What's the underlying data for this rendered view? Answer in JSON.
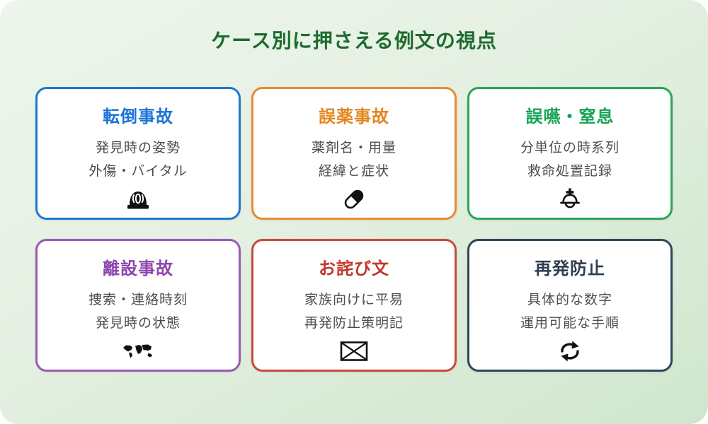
{
  "page": {
    "title": "ケース別に押さえる例文の視点",
    "title_color": "#1e6b2e",
    "background_gradient_start": "#edf5ec",
    "background_gradient_end": "#cfe6cd",
    "card_background": "#ffffff",
    "body_text_color": "#4d4d4d",
    "icon_color": "#111111"
  },
  "cards": [
    {
      "title": "転倒事故",
      "title_color": "#1a73d6",
      "border_color": "#1e78d2",
      "lines": [
        "発見時の姿勢",
        "外傷・バイタル"
      ],
      "icon": "siren-icon"
    },
    {
      "title": "誤薬事故",
      "title_color": "#e2861f",
      "border_color": "#ea8a33",
      "lines": [
        "薬剤名・用量",
        "経緯と症状"
      ],
      "icon": "pill-icon"
    },
    {
      "title": "誤嚥・窒息",
      "title_color": "#17a356",
      "border_color": "#2da45c",
      "lines": [
        "分単位の時系列",
        "救命処置記録"
      ],
      "icon": "rescue-helmet-icon"
    },
    {
      "title": "離設事故",
      "title_color": "#8e44ad",
      "border_color": "#9b59b6",
      "lines": [
        "捜索・連絡時刻",
        "発見時の状態"
      ],
      "icon": "world-map-icon"
    },
    {
      "title": "お詫び文",
      "title_color": "#c0392b",
      "border_color": "#c64a3c",
      "lines": [
        "家族向けに平易",
        "再発防止策明記"
      ],
      "icon": "envelope-icon"
    },
    {
      "title": "再発防止",
      "title_color": "#2c3e50",
      "border_color": "#31465a",
      "lines": [
        "具体的な数字",
        "運用可能な手順"
      ],
      "icon": "cycle-arrows-icon"
    }
  ]
}
